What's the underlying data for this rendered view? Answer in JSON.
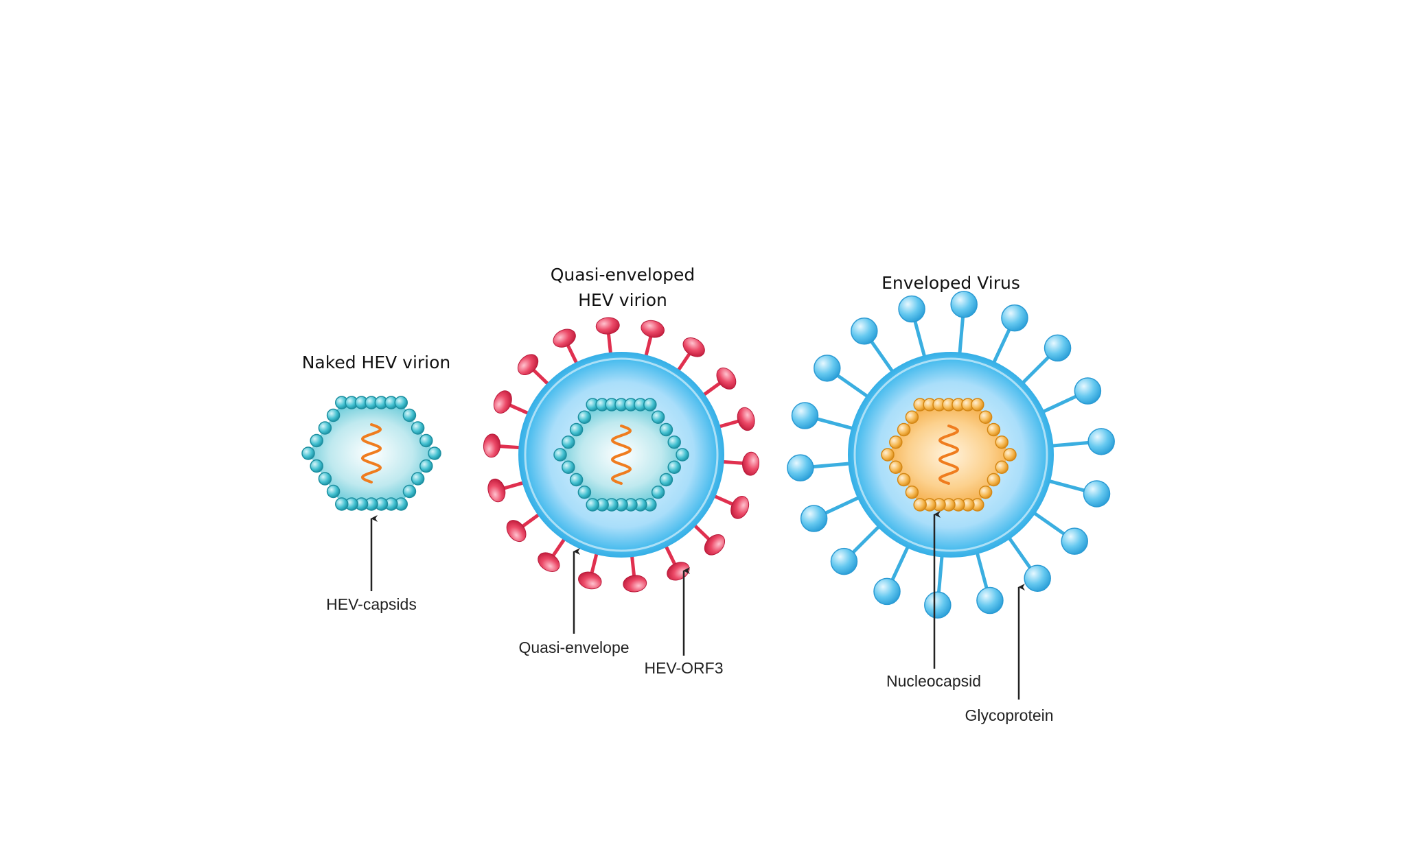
{
  "naked": {
    "title": "Naked HEV virion",
    "label_capsids": "HEV-capsids"
  },
  "quasi": {
    "title_line1": "Quasi-enveloped",
    "title_line2": "HEV virion",
    "label_envelope": "Quasi-envelope",
    "label_orf3": "HEV-ORF3"
  },
  "enveloped": {
    "title": "Enveloped Virus",
    "label_nucleocapsid": "Nucleocapsid",
    "label_glycoprotein": "Glycoprotein"
  },
  "colors": {
    "capsid_teal": "#2fb3c4",
    "envelope_blue": "#39b6e6",
    "orf3_red": "#e0304f",
    "nucleocapsid_orange": "#f3a43a",
    "rna_orange": "#ef7c1e",
    "glycoprotein_blue": "#4bbbe8"
  },
  "icons": [
    "capsid-bead",
    "orf3-protein",
    "glycoprotein-spike",
    "rna-strand"
  ]
}
